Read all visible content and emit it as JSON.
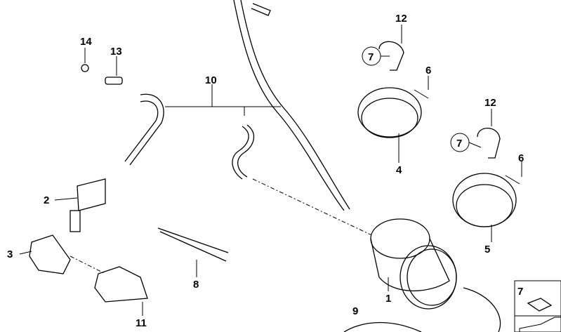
{
  "diagram": {
    "callouts": {
      "c14": "14",
      "c13": "13",
      "c10": "10",
      "c12a": "12",
      "c7a": "7",
      "c6a": "6",
      "c4": "4",
      "c12b": "12",
      "c7b": "7",
      "c6b": "6",
      "c5": "5",
      "c2": "2",
      "c3": "3",
      "c8": "8",
      "c1": "1",
      "c11": "11",
      "c9": "9",
      "inset7": "7"
    }
  }
}
